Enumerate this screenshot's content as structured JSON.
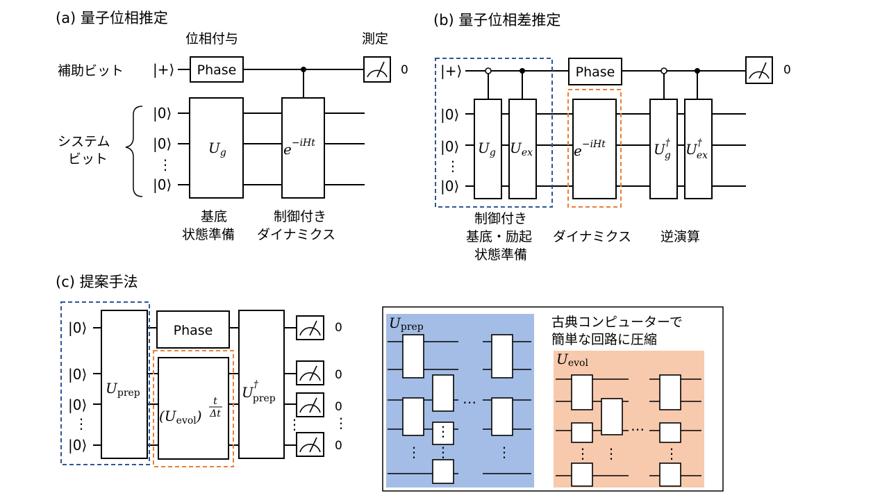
{
  "panel_a": {
    "title": "(a) 量子位相推定",
    "phase_kickback_label": "位相付与",
    "measure_label": "測定",
    "ancilla_label": "補助ビット",
    "system_label_1": "システム",
    "system_label_2": "ビット",
    "ket_plus": "|+⟩",
    "ket_zero": "|0⟩",
    "vdots": "⋮",
    "phase_box": "Phase",
    "ug_main": "U",
    "ug_sub": "g",
    "evol_base": "e",
    "evol_exp": "−iHt",
    "meas_result": "0",
    "caption_1_line1": "基底",
    "caption_1_line2": "状態準備",
    "caption_2_line1": "制御付き",
    "caption_2_line2": "ダイナミクス"
  },
  "panel_b": {
    "title": "(b) 量子位相差推定",
    "ket_plus": "|+⟩",
    "ket_zero": "|0⟩",
    "vdots": "⋮",
    "phase_box": "Phase",
    "ug_main": "U",
    "ug_sub": "g",
    "uex_main": "U",
    "uex_sub": "ex",
    "evol_base": "e",
    "evol_exp": "−iHt",
    "dagger": "†",
    "meas_result": "0",
    "caption_1_line1": "制御付き",
    "caption_1_line2": "基底・励起",
    "caption_1_line3": "状態準備",
    "caption_2": "ダイナミクス",
    "caption_3": "逆演算"
  },
  "panel_c": {
    "title": "(c) 提案手法",
    "ket_zero": "|0⟩",
    "vdots": "⋮",
    "phase_box": "Phase",
    "uprep_main": "U",
    "uprep_sub": "prep",
    "uevol_main": "(U",
    "uevol_sub": "evol",
    "uevol_close": ")",
    "frac_num": "t",
    "frac_den": "Δt",
    "dagger": "†",
    "meas_result": "0",
    "dots": "⋯",
    "inset_text_1": "古典コンピューターで",
    "inset_text_2": "簡単な回路に圧縮",
    "inset_uprep_main": "U",
    "inset_uprep_sub": "prep",
    "inset_uevol_main": "U",
    "inset_uevol_sub": "evol"
  },
  "colors": {
    "blue_dashed": "#2e5597",
    "orange_dashed": "#ed7d31",
    "blue_fill": "#a4bde6",
    "orange_fill": "#f7c9ad"
  }
}
